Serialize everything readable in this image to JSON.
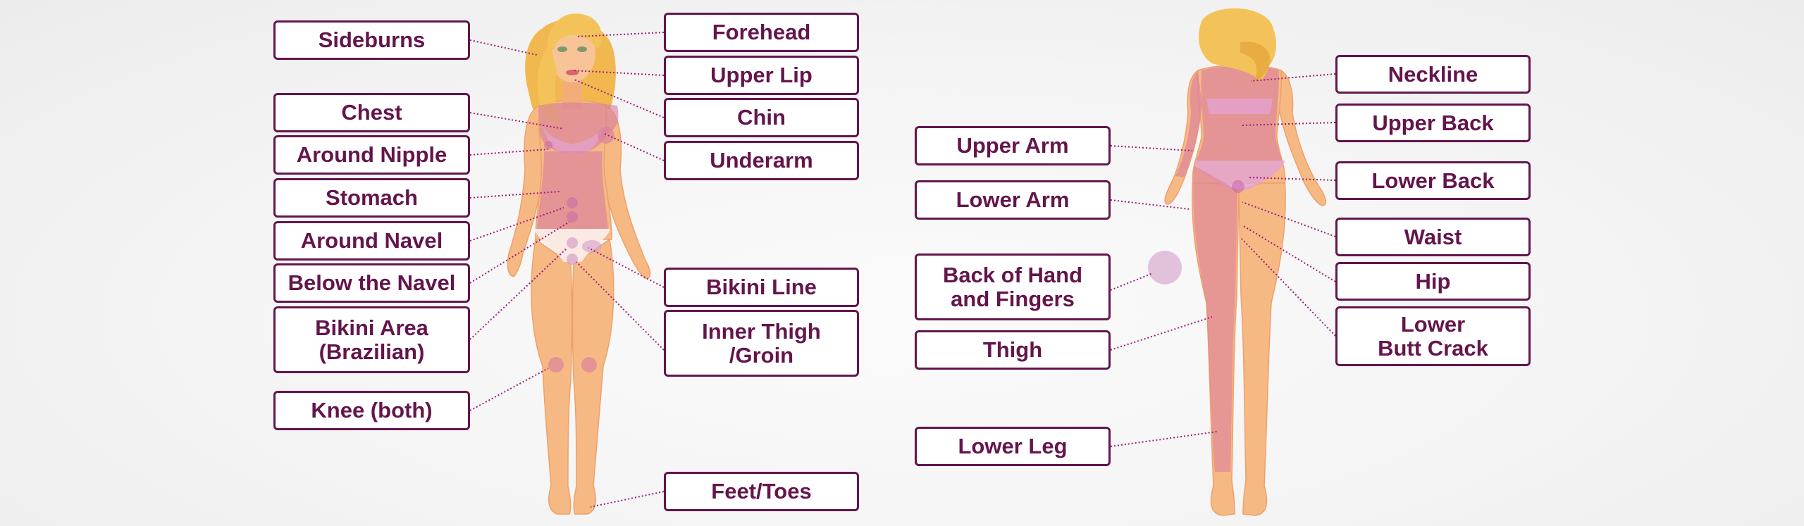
{
  "colors": {
    "label_border": "#64154c",
    "label_text": "#64154c",
    "leader_line": "#a0197f",
    "skin": "#f6b984",
    "skin_shadow": "#eea06a",
    "zone_fill": "#d97ba0",
    "zone_light": "#e3a3cf",
    "hair": "#f3c35a",
    "hair_dark": "#e6a63c",
    "underwear": "#fbe9e4"
  },
  "front_view": {
    "left_labels": [
      {
        "id": "sideburns",
        "label": "Sideburns"
      },
      {
        "id": "chest",
        "label": "Chest"
      },
      {
        "id": "around-nipple",
        "label": "Around Nipple"
      },
      {
        "id": "stomach",
        "label": "Stomach"
      },
      {
        "id": "around-navel",
        "label": "Around Navel"
      },
      {
        "id": "below-the-navel",
        "label": "Below the Navel"
      },
      {
        "id": "bikini-area",
        "label": "Bikini Area\n(Brazilian)"
      },
      {
        "id": "knee",
        "label": "Knee (both)"
      }
    ],
    "right_labels": [
      {
        "id": "forehead",
        "label": "Forehead"
      },
      {
        "id": "upper-lip",
        "label": "Upper Lip"
      },
      {
        "id": "chin",
        "label": "Chin"
      },
      {
        "id": "underarm",
        "label": "Underarm"
      },
      {
        "id": "bikini-line",
        "label": "Bikini Line"
      },
      {
        "id": "inner-thigh",
        "label": "Inner Thigh\n/Groin"
      },
      {
        "id": "feet-toes",
        "label": "Feet/Toes"
      }
    ]
  },
  "back_view": {
    "left_labels": [
      {
        "id": "upper-arm",
        "label": "Upper Arm"
      },
      {
        "id": "lower-arm",
        "label": "Lower Arm"
      },
      {
        "id": "back-of-hand",
        "label": "Back of Hand\nand Fingers"
      },
      {
        "id": "thigh",
        "label": "Thigh"
      },
      {
        "id": "lower-leg",
        "label": "Lower Leg"
      }
    ],
    "right_labels": [
      {
        "id": "neckline",
        "label": "Neckline"
      },
      {
        "id": "upper-back",
        "label": "Upper Back"
      },
      {
        "id": "lower-back",
        "label": "Lower Back"
      },
      {
        "id": "waist",
        "label": "Waist"
      },
      {
        "id": "hip",
        "label": "Hip"
      },
      {
        "id": "lower-butt-crack",
        "label": "Lower\nButt Crack"
      }
    ]
  }
}
